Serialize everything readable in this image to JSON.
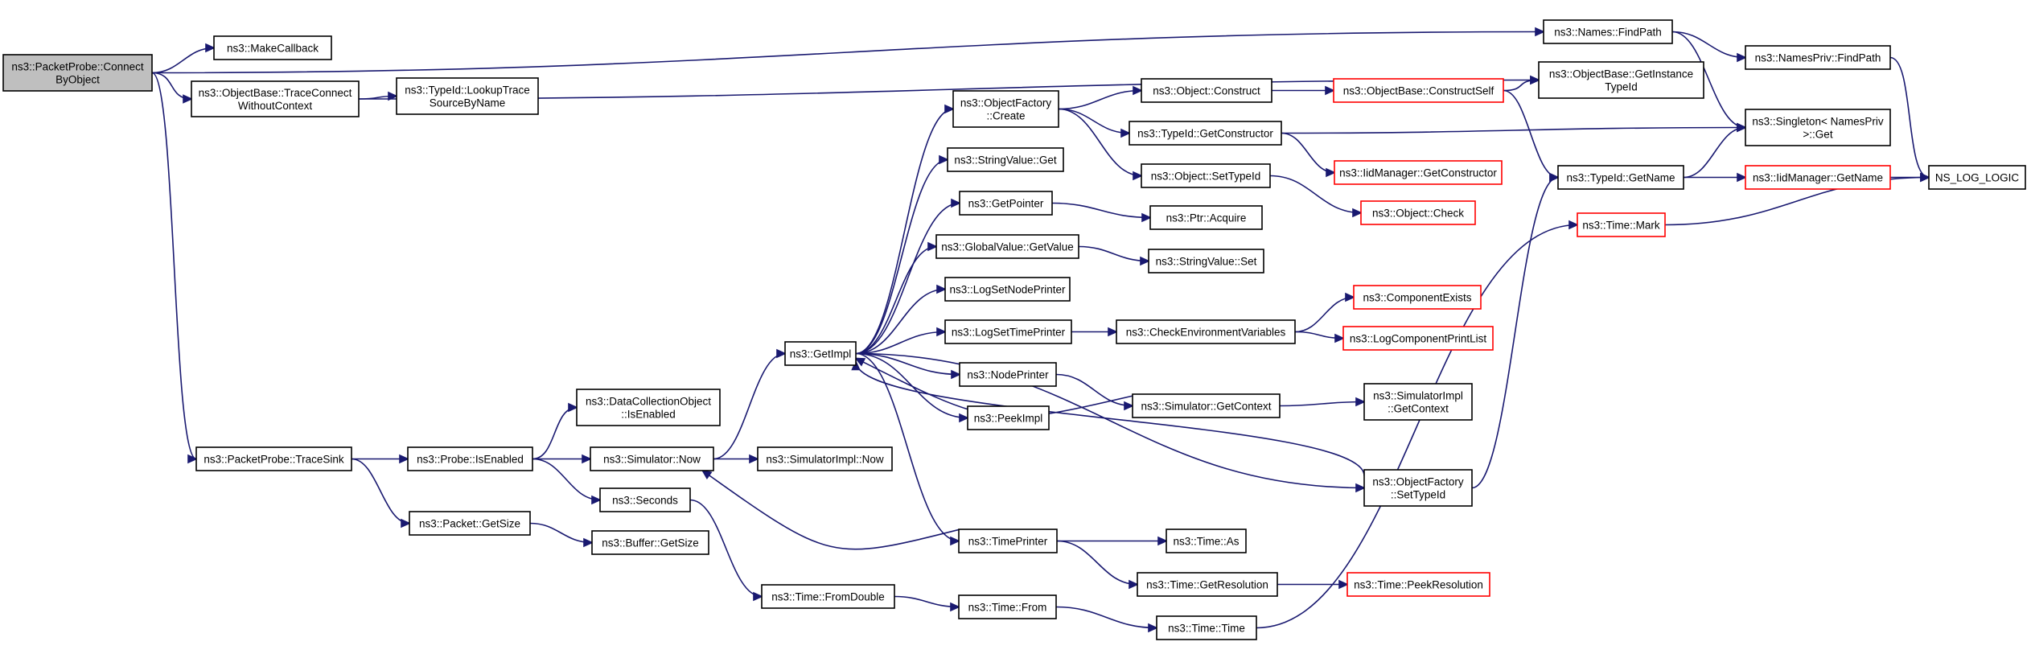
{
  "colors": {
    "edge": "#191970",
    "node_border": "#000000",
    "truncated_node_border": "#ff0000",
    "root_fill": "#bfbfbf"
  },
  "nodes": [
    {
      "id": "connect",
      "lines": [
        "ns3::PacketProbe::Connect",
        "ByObject"
      ],
      "style": "root"
    },
    {
      "id": "makecb",
      "lines": [
        "ns3::MakeCallback"
      ]
    },
    {
      "id": "tracecon",
      "lines": [
        "ns3::ObjectBase::TraceConnect",
        "WithoutContext"
      ]
    },
    {
      "id": "lookup",
      "lines": [
        "ns3::TypeId::LookupTrace",
        "SourceByName"
      ]
    },
    {
      "id": "tracesink",
      "lines": [
        "ns3::PacketProbe::TraceSink"
      ]
    },
    {
      "id": "isenabled",
      "lines": [
        "ns3::Probe::IsEnabled"
      ]
    },
    {
      "id": "pktsize",
      "lines": [
        "ns3::Packet::GetSize"
      ]
    },
    {
      "id": "dco",
      "lines": [
        "ns3::DataCollectionObject",
        "::IsEnabled"
      ]
    },
    {
      "id": "simnow",
      "lines": [
        "ns3::Simulator::Now"
      ]
    },
    {
      "id": "seconds",
      "lines": [
        "ns3::Seconds"
      ]
    },
    {
      "id": "bufsize",
      "lines": [
        "ns3::Buffer::GetSize"
      ]
    },
    {
      "id": "simimplnow",
      "lines": [
        "ns3::SimulatorImpl::Now"
      ]
    },
    {
      "id": "fromdouble",
      "lines": [
        "ns3::Time::FromDouble"
      ]
    },
    {
      "id": "getimpl",
      "lines": [
        "ns3::GetImpl"
      ]
    },
    {
      "id": "ofcreate",
      "lines": [
        "ns3::ObjectFactory",
        "::Create"
      ]
    },
    {
      "id": "strget",
      "lines": [
        "ns3::StringValue::Get"
      ]
    },
    {
      "id": "getptr",
      "lines": [
        "ns3::GetPointer"
      ]
    },
    {
      "id": "gvget",
      "lines": [
        "ns3::GlobalValue::GetValue"
      ]
    },
    {
      "id": "lognode",
      "lines": [
        "ns3::LogSetNodePrinter"
      ]
    },
    {
      "id": "logtime",
      "lines": [
        "ns3::LogSetTimePrinter"
      ]
    },
    {
      "id": "nodeprinter",
      "lines": [
        "ns3::NodePrinter"
      ]
    },
    {
      "id": "peekimpl",
      "lines": [
        "ns3::PeekImpl"
      ]
    },
    {
      "id": "timeprinter",
      "lines": [
        "ns3::TimePrinter"
      ]
    },
    {
      "id": "timefrom",
      "lines": [
        "ns3::Time::From"
      ]
    },
    {
      "id": "objconstruct",
      "lines": [
        "ns3::Object::Construct"
      ]
    },
    {
      "id": "tidgetctor",
      "lines": [
        "ns3::TypeId::GetConstructor"
      ]
    },
    {
      "id": "objsettid",
      "lines": [
        "ns3::Object::SetTypeId"
      ]
    },
    {
      "id": "ptracquire",
      "lines": [
        "ns3::Ptr::Acquire"
      ]
    },
    {
      "id": "strset",
      "lines": [
        "ns3::StringValue::Set"
      ]
    },
    {
      "id": "checkenv",
      "lines": [
        "ns3::CheckEnvironmentVariables"
      ]
    },
    {
      "id": "simgetctx",
      "lines": [
        "ns3::Simulator::GetContext"
      ]
    },
    {
      "id": "timeas",
      "lines": [
        "ns3::Time::As"
      ]
    },
    {
      "id": "timegetres",
      "lines": [
        "ns3::Time::GetResolution"
      ]
    },
    {
      "id": "timetime",
      "lines": [
        "ns3::Time::Time"
      ]
    },
    {
      "id": "constructself",
      "lines": [
        "ns3::ObjectBase::ConstructSelf"
      ],
      "style": "trunc"
    },
    {
      "id": "iidctor",
      "lines": [
        "ns3::IidManager::GetConstructor"
      ],
      "style": "trunc"
    },
    {
      "id": "objcheck",
      "lines": [
        "ns3::Object::Check"
      ],
      "style": "trunc"
    },
    {
      "id": "compexists",
      "lines": [
        "ns3::ComponentExists"
      ],
      "style": "trunc"
    },
    {
      "id": "logcomplist",
      "lines": [
        "ns3::LogComponentPrintList"
      ],
      "style": "trunc"
    },
    {
      "id": "simimplctx",
      "lines": [
        "ns3::SimulatorImpl",
        "::GetContext"
      ]
    },
    {
      "id": "ofsettid",
      "lines": [
        "ns3::ObjectFactory",
        "::SetTypeId"
      ]
    },
    {
      "id": "peekres",
      "lines": [
        "ns3::Time::PeekResolution"
      ],
      "style": "trunc"
    },
    {
      "id": "namesfind",
      "lines": [
        "ns3::Names::FindPath"
      ]
    },
    {
      "id": "getinsttid",
      "lines": [
        "ns3::ObjectBase::GetInstance",
        "TypeId"
      ]
    },
    {
      "id": "tidgetname",
      "lines": [
        "ns3::TypeId::GetName"
      ]
    },
    {
      "id": "timemark",
      "lines": [
        "ns3::Time::Mark"
      ],
      "style": "trunc"
    },
    {
      "id": "namesprivfind",
      "lines": [
        "ns3::NamesPriv::FindPath"
      ]
    },
    {
      "id": "singleton",
      "lines": [
        "ns3::Singleton< NamesPriv",
        " >::Get"
      ]
    },
    {
      "id": "iidgetname",
      "lines": [
        "ns3::IidManager::GetName"
      ],
      "style": "trunc"
    },
    {
      "id": "nslog",
      "lines": [
        "NS_LOG_LOGIC"
      ]
    }
  ],
  "edges": [
    [
      "connect",
      "makecb"
    ],
    [
      "connect",
      "tracecon"
    ],
    [
      "connect",
      "tracesink"
    ],
    [
      "connect",
      "namesfind"
    ],
    [
      "tracecon",
      "lookup"
    ],
    [
      "tracecon",
      "getinsttid"
    ],
    [
      "tracesink",
      "isenabled"
    ],
    [
      "tracesink",
      "pktsize"
    ],
    [
      "isenabled",
      "dco"
    ],
    [
      "isenabled",
      "simnow"
    ],
    [
      "isenabled",
      "seconds"
    ],
    [
      "pktsize",
      "bufsize"
    ],
    [
      "simnow",
      "getimpl"
    ],
    [
      "simnow",
      "simimplnow"
    ],
    [
      "seconds",
      "fromdouble"
    ],
    [
      "fromdouble",
      "timefrom"
    ],
    [
      "getimpl",
      "ofcreate"
    ],
    [
      "getimpl",
      "strget"
    ],
    [
      "getimpl",
      "getptr"
    ],
    [
      "getimpl",
      "gvget"
    ],
    [
      "getimpl",
      "lognode"
    ],
    [
      "getimpl",
      "logtime"
    ],
    [
      "getimpl",
      "nodeprinter"
    ],
    [
      "getimpl",
      "peekimpl"
    ],
    [
      "getimpl",
      "timeprinter"
    ],
    [
      "getimpl",
      "ofsettid"
    ],
    [
      "ofcreate",
      "objconstruct"
    ],
    [
      "ofcreate",
      "tidgetctor"
    ],
    [
      "ofcreate",
      "objsettid"
    ],
    [
      "getptr",
      "ptracquire"
    ],
    [
      "gvget",
      "strset"
    ],
    [
      "logtime",
      "checkenv"
    ],
    [
      "nodeprinter",
      "simgetctx"
    ],
    [
      "simgetctx",
      "getimpl"
    ],
    [
      "simgetctx",
      "simimplctx"
    ],
    [
      "timeprinter",
      "simnow"
    ],
    [
      "timeprinter",
      "timeas"
    ],
    [
      "timeprinter",
      "timegetres"
    ],
    [
      "timefrom",
      "timetime"
    ],
    [
      "objconstruct",
      "constructself"
    ],
    [
      "tidgetctor",
      "iidctor"
    ],
    [
      "tidgetctor",
      "singleton"
    ],
    [
      "objsettid",
      "objcheck"
    ],
    [
      "checkenv",
      "compexists"
    ],
    [
      "checkenv",
      "logcomplist"
    ],
    [
      "timegetres",
      "peekres"
    ],
    [
      "timetime",
      "timemark"
    ],
    [
      "ofsettid",
      "getimpl"
    ],
    [
      "ofsettid",
      "tidgetname"
    ],
    [
      "constructself",
      "getinsttid"
    ],
    [
      "constructself",
      "tidgetname"
    ],
    [
      "namesfind",
      "namesprivfind"
    ],
    [
      "namesfind",
      "singleton"
    ],
    [
      "namesprivfind",
      "nslog"
    ],
    [
      "tidgetname",
      "singleton"
    ],
    [
      "tidgetname",
      "iidgetname"
    ],
    [
      "iidgetname",
      "nslog"
    ],
    [
      "timemark",
      "nslog"
    ]
  ]
}
